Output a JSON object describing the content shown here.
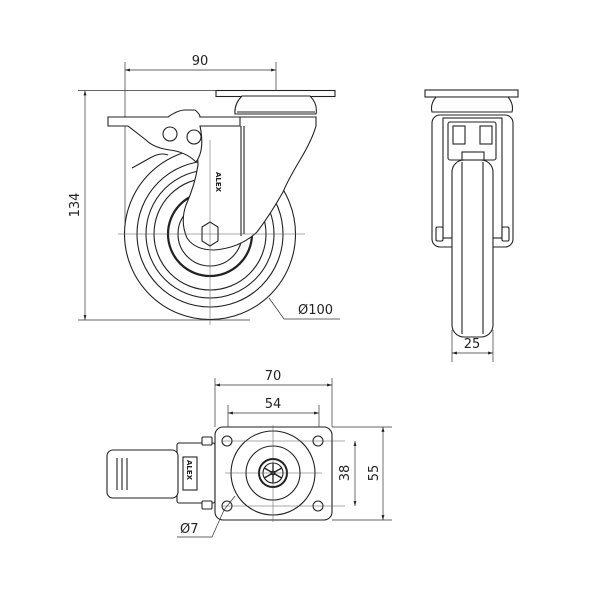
{
  "title": "Swivel caster with brake, technical drawing",
  "brand_logo": "ALEX",
  "side_view": {
    "dim_mount_offset": "90",
    "dim_total_height": "134",
    "dim_wheel_diameter": "Ø100"
  },
  "front_view": {
    "dim_wheel_width": "25"
  },
  "top_view": {
    "dim_plate_width": "70",
    "dim_hole_spacing_x": "54",
    "dim_hole_spacing_y": "38",
    "dim_plate_length": "55",
    "dim_hole_diameter": "Ø7"
  },
  "colors": {
    "line": "#222222",
    "background": "#ffffff"
  }
}
